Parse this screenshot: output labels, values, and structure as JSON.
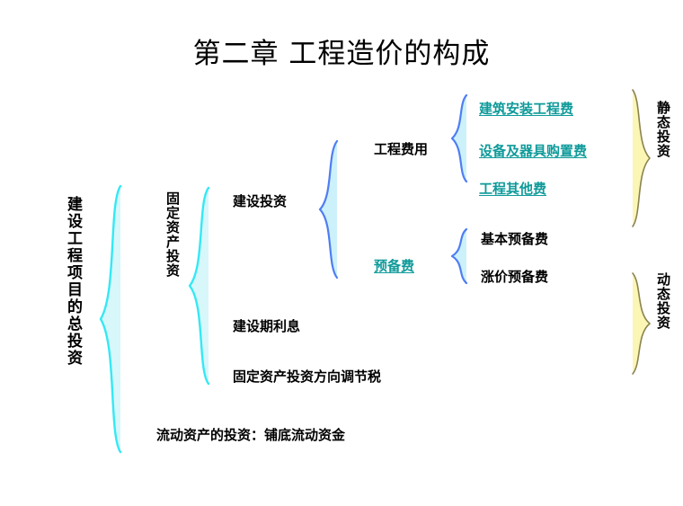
{
  "title": "第二章 工程造价的构成",
  "root": {
    "label": "建设工程项目的总投资"
  },
  "level1": {
    "fixed_asset_label": "固定资产投资",
    "current_asset_label": "流动资产的投资：铺底流动资金"
  },
  "level2": {
    "items": [
      {
        "label": "建设投资"
      },
      {
        "label": "建设期利息"
      },
      {
        "label": "固定资产投资方向调节税"
      }
    ]
  },
  "level3": {
    "items": [
      {
        "label": "工程费用",
        "style": "plain"
      },
      {
        "label": "预备费",
        "style": "link"
      }
    ]
  },
  "level4": {
    "engineering_cost_items": [
      {
        "label": "建筑安装工程费",
        "style": "link"
      },
      {
        "label": "设备及器具购置费",
        "style": "link"
      },
      {
        "label": "工程其他费",
        "style": "link"
      }
    ],
    "reserve_items": [
      {
        "label": "基本预备费",
        "style": "plain"
      },
      {
        "label": "涨价预备费",
        "style": "plain"
      }
    ]
  },
  "right_groups": [
    {
      "label": "静态投资"
    },
    {
      "label": "动态投资"
    }
  ],
  "colors": {
    "text": "#000000",
    "link_teal": "#0f9a9a",
    "brace_cyan": "#35e8f5",
    "brace_cyan_fill": "#d7f7fb",
    "brace_blue": "#4f7df4",
    "brace_blue_fill": "#cdf1fb",
    "brace_yellow": "#8a8250",
    "brace_yellow_fill": "#fbf6b4",
    "background": "#ffffff"
  }
}
